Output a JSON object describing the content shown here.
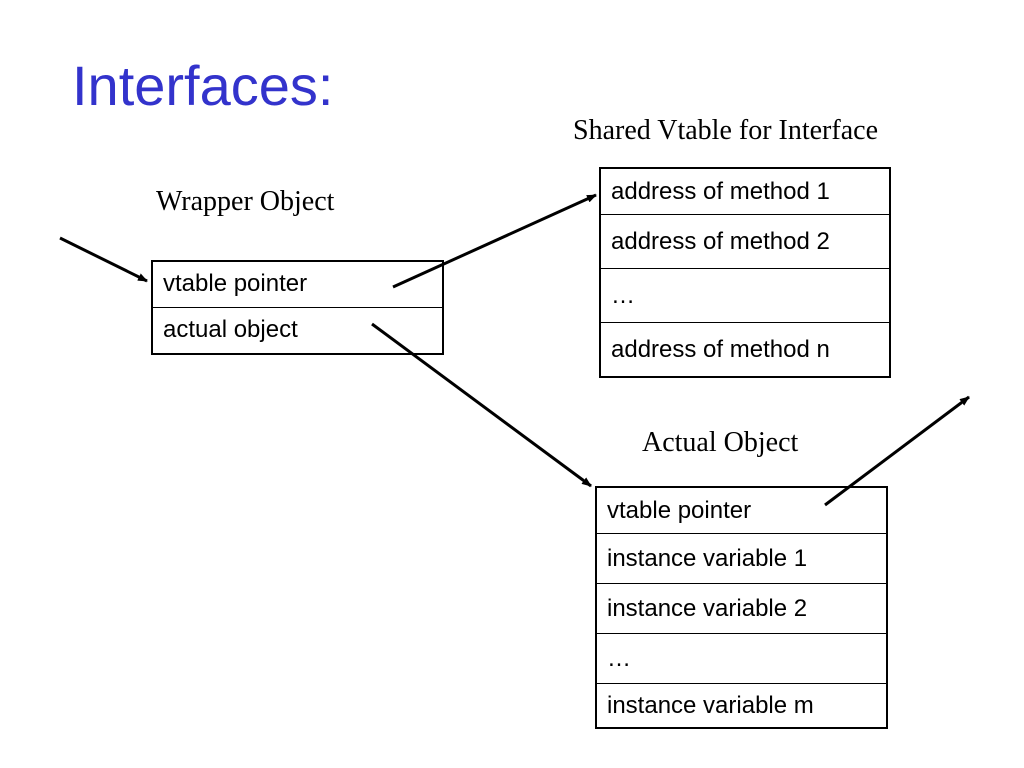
{
  "title": "Interfaces:",
  "colors": {
    "title": "#3333cc",
    "line": "#000000",
    "background": "#ffffff"
  },
  "wrapper_object": {
    "caption": "Wrapper Object",
    "cells": [
      "vtable pointer",
      "actual object"
    ]
  },
  "shared_vtable": {
    "caption": "Shared Vtable for Interface",
    "cells": [
      "address of method 1",
      "address of method 2",
      "…",
      "address of method n"
    ]
  },
  "actual_object": {
    "caption": "Actual Object",
    "cells": [
      "vtable pointer",
      "instance variable 1",
      "instance variable 2",
      "…",
      "instance variable m"
    ]
  }
}
